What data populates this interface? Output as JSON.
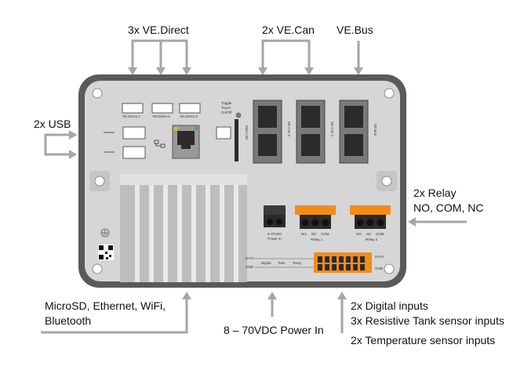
{
  "top_labels": {
    "ve_direct": "3x VE.Direct",
    "ve_can": "2x VE.Can",
    "ve_bus": "VE.Bus"
  },
  "side_labels": {
    "usb": "2x USB",
    "relay_line1": "2x Relay",
    "relay_line2": "NO, COM, NC"
  },
  "bottom_labels": {
    "connectivity_line1": "MicroSD, Ethernet, WiFi,",
    "connectivity_line2": "Bluetooth",
    "power": "8 – 70VDC Power In",
    "digital": "2x Digital inputs",
    "tank": "3x Resistive Tank sensor inputs",
    "temperature": "2x Temperature sensor inputs"
  },
  "device": {
    "ve_direct_1": "VE.Direct 1",
    "ve_direct_2": "VE.Direct 2",
    "ve_direct_3": "VE.Direct 3",
    "toggle_1": "Toggle",
    "toggle_2": "Touch",
    "toggle_3": "On/Off",
    "micro_sd": "Micro SD",
    "ve_can_2": "VE.Can 2",
    "ve_can_1": "VE.Can 1",
    "ve_bus": "VE.Bus",
    "power_in_1": "8-70VDC",
    "power_in_2": "Power In",
    "relay_1": "Relay 1",
    "relay_2": "Relay 2",
    "relay_pins": [
      "NO",
      "NC",
      "COM"
    ],
    "io_data": "DATA",
    "io_gnd": "GND",
    "io_digital": "Digital",
    "io_tank": "Tank",
    "io_temp": "Temp"
  },
  "colors": {
    "arrow": "#a6a6a6",
    "frame": "#5a5a5a",
    "panel": "#d9d9d9",
    "connector_orange": "#f28c1b",
    "port_dark": "#2b2b2b"
  }
}
